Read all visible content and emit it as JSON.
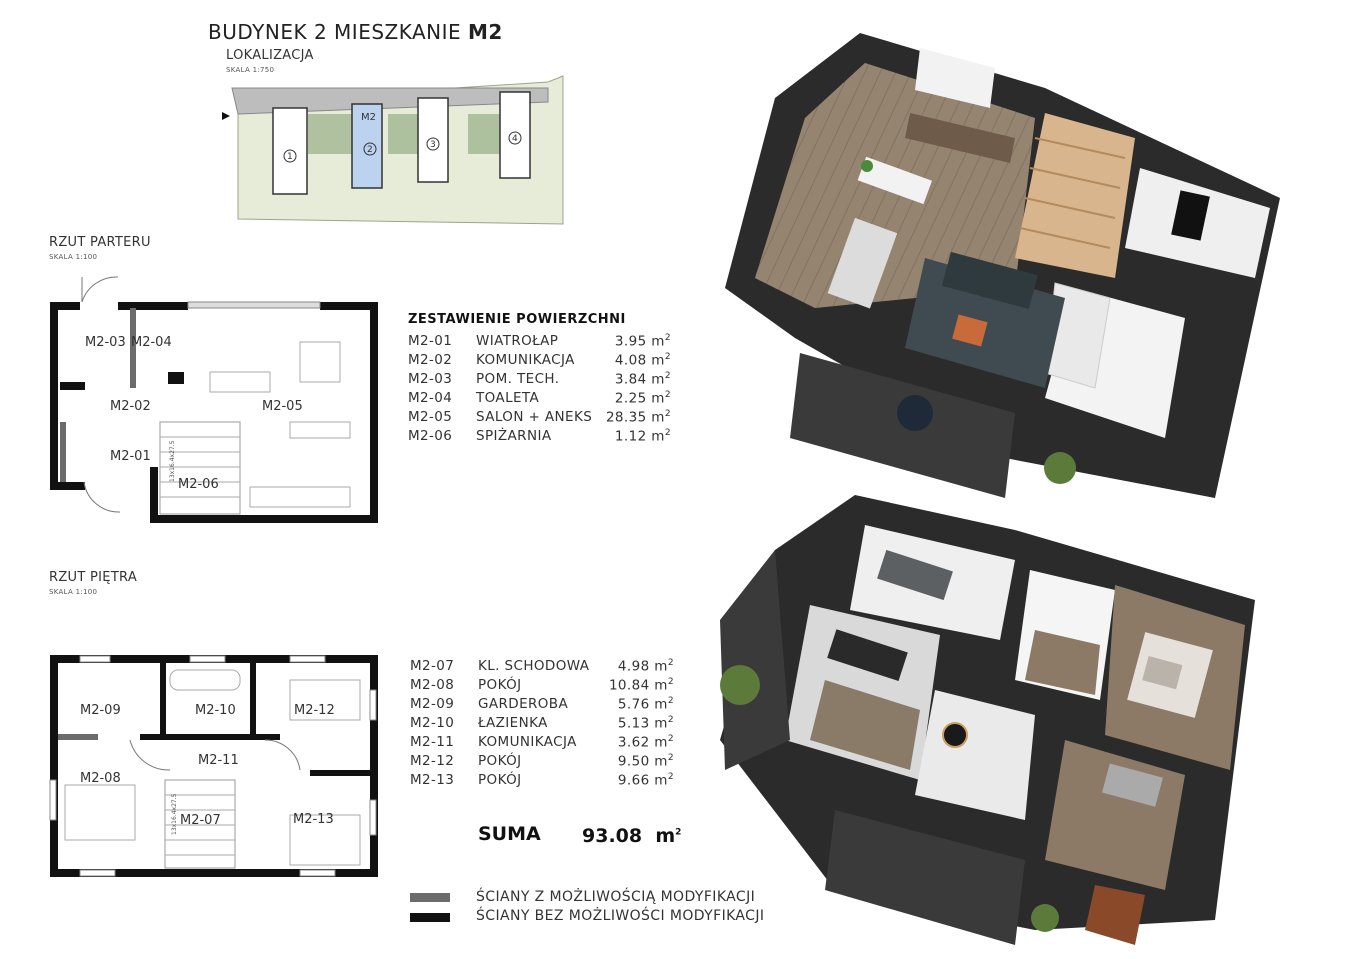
{
  "title": {
    "prefix": "BUDYNEK 2 MIESZKANIE",
    "unit": "M2"
  },
  "location": {
    "label": "LOKALIZACJA",
    "scale": "SKALA 1:750",
    "highlight_label": "M2",
    "building_numbers": [
      "1",
      "2",
      "3",
      "4"
    ]
  },
  "ground_floor": {
    "label": "RZUT PARTERU",
    "scale": "SKALA 1:100",
    "room_labels": [
      "M2-03",
      "M2-04",
      "M2-02",
      "M2-05",
      "M2-01",
      "M2-06"
    ],
    "stair_note": "13x16.4x27.5"
  },
  "upper_floor": {
    "label": "RZUT PIĘTRA",
    "scale": "SKALA 1:100",
    "room_labels": [
      "M2-09",
      "M2-10",
      "M2-12",
      "M2-11",
      "M2-08",
      "M2-07",
      "M2-13"
    ],
    "stair_note": "13x16.4x27.5"
  },
  "areas_heading": "ZESTAWIENIE POWIERZCHNI",
  "ground_rooms": [
    {
      "code": "M2-01",
      "name": "WIATROŁAP",
      "area": "3.95",
      "unit": "m"
    },
    {
      "code": "M2-02",
      "name": "KOMUNIKACJA",
      "area": "4.08",
      "unit": "m"
    },
    {
      "code": "M2-03",
      "name": "POM. TECH.",
      "area": "3.84",
      "unit": "m"
    },
    {
      "code": "M2-04",
      "name": "TOALETA",
      "area": "2.25",
      "unit": "m"
    },
    {
      "code": "M2-05",
      "name": "SALON + ANEKS",
      "area": "28.35",
      "unit": "m"
    },
    {
      "code": "M2-06",
      "name": "SPIŻARNIA",
      "area": "1.12",
      "unit": "m"
    }
  ],
  "upper_rooms": [
    {
      "code": "M2-07",
      "name": "KL. SCHODOWA",
      "area": "4.98",
      "unit": "m"
    },
    {
      "code": "M2-08",
      "name": "POKÓJ",
      "area": "10.84",
      "unit": "m"
    },
    {
      "code": "M2-09",
      "name": "GARDEROBA",
      "area": "5.76",
      "unit": "m"
    },
    {
      "code": "M2-10",
      "name": "ŁAZIENKA",
      "area": "5.13",
      "unit": "m"
    },
    {
      "code": "M2-11",
      "name": "KOMUNIKACJA",
      "area": "3.62",
      "unit": "m"
    },
    {
      "code": "M2-12",
      "name": "POKÓJ",
      "area": "9.50",
      "unit": "m"
    },
    {
      "code": "M2-13",
      "name": "POKÓJ",
      "area": "9.66",
      "unit": "m"
    }
  ],
  "sum": {
    "label": "SUMA",
    "value": "93.08",
    "unit": "m"
  },
  "unit_sup": "2",
  "legend": [
    {
      "label": "ŚCIANY Z MOŻLIWOŚCIĄ MODYFIKACJI",
      "color": "#6b6b6b"
    },
    {
      "label": "ŚCIANY BEZ MOŻLIWOŚCI MODYFIKACJI",
      "color": "#111111"
    }
  ]
}
